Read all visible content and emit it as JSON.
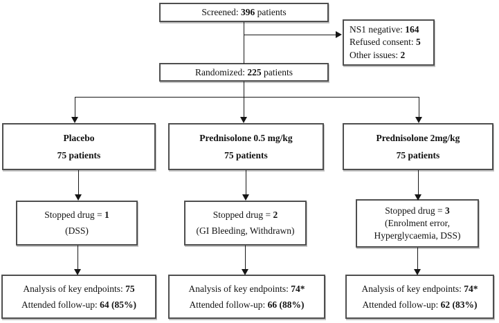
{
  "diagram": {
    "screened": {
      "label": "Screened:",
      "value": "396",
      "suffix": "patients"
    },
    "exclusions": [
      {
        "label": "NS1 negative:",
        "value": "164"
      },
      {
        "label": "Refused consent:",
        "value": "5"
      },
      {
        "label": "Other issues:",
        "value": "2"
      }
    ],
    "randomized": {
      "label": "Randomized:",
      "value": "225",
      "suffix": "patients"
    },
    "arms": [
      {
        "title": "Placebo",
        "count": "75 patients",
        "stopped": {
          "label": "Stopped drug =",
          "value": "1",
          "reason": "(DSS)"
        },
        "analysis": {
          "label": "Analysis of key endpoints:",
          "value": "75"
        },
        "followup": {
          "label": "Attended follow-up:",
          "value": "64 (85%)"
        }
      },
      {
        "title": "Prednisolone 0.5 mg/kg",
        "count": "75 patients",
        "stopped": {
          "label": "Stopped drug =",
          "value": "2",
          "reason": "(GI Bleeding, Withdrawn)"
        },
        "analysis": {
          "label": "Analysis of key endpoints:",
          "value": "74*"
        },
        "followup": {
          "label": "Attended follow-up:",
          "value": "66 (88%)"
        }
      },
      {
        "title": "Prednisolone 2mg/kg",
        "count": "75 patients",
        "stopped": {
          "label": "Stopped drug =",
          "value": "3",
          "reason": "(Enrolment error,\nHyperglycaemia, DSS)"
        },
        "analysis": {
          "label": "Analysis of key endpoints:",
          "value": "74*"
        },
        "followup": {
          "label": "Attended follow-up:",
          "value": "62 (83%)"
        }
      }
    ]
  }
}
